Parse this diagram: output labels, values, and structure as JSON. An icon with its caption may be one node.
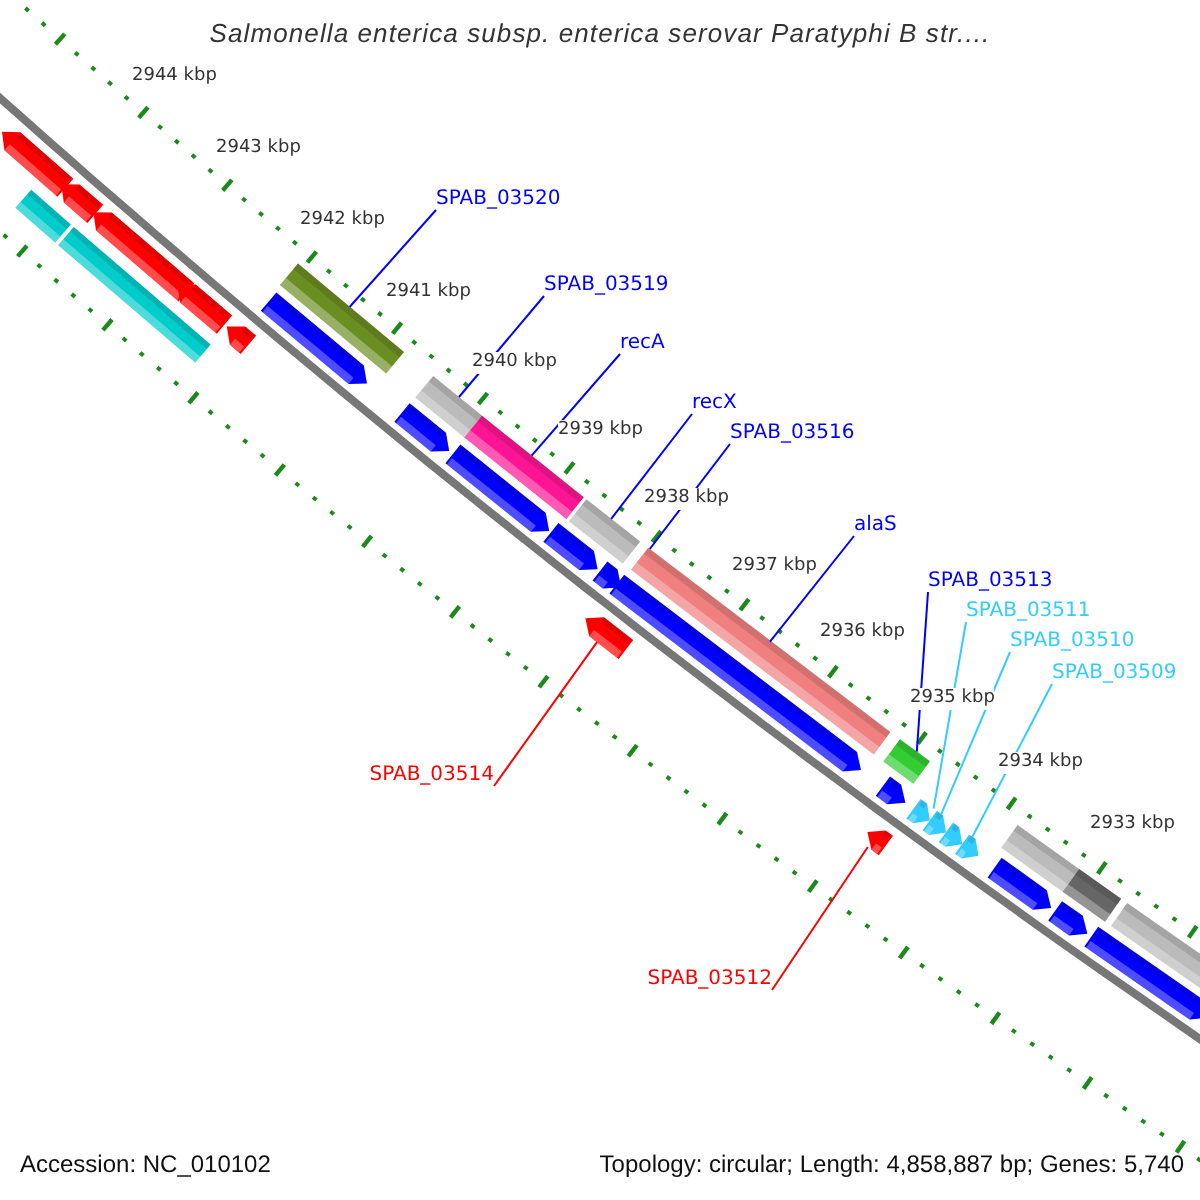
{
  "diagram": {
    "title": "Salmonella enterica subsp. enterica serovar Paratyphi B str....",
    "nodes": [
      {
        "text": [
          "SPAB_03520"
        ]
      },
      {
        "text": [
          "SPAB_03519"
        ]
      },
      {
        "text": [
          "recA"
        ]
      },
      {
        "text": [
          "recX"
        ]
      },
      {
        "text": [
          "SPAB_03516"
        ]
      },
      {
        "text": [
          "alaS"
        ]
      },
      {
        "text": [
          "SPAB_03513"
        ]
      },
      {
        "text": [
          "SPAB_03511"
        ]
      },
      {
        "text": [
          "SPAB_03510"
        ]
      },
      {
        "text": [
          "SPAB_03509"
        ]
      },
      {
        "text": [
          "SPAB_03514"
        ]
      },
      {
        "text": [
          "SPAB_03512"
        ]
      },
      {
        "text": [],
        "shape": "arrow"
      },
      {
        "text": [],
        "shape": "bar"
      },
      {
        "text": [],
        "shape": "arrow"
      },
      {
        "text": [],
        "shape": "bar"
      },
      {
        "text": [],
        "shape": "arrow"
      },
      {
        "text": [],
        "shape": "arrow"
      },
      {
        "text": [],
        "shape": "arrow"
      },
      {
        "text": [],
        "shape": "arrow"
      },
      {
        "text": [],
        "shape": "bar"
      },
      {
        "text": [],
        "shape": "arrow"
      },
      {
        "text": [],
        "shape": "bar"
      },
      {
        "text": [],
        "shape": "arrow"
      },
      {
        "text": [],
        "shape": "bar"
      },
      {
        "text": [],
        "shape": "arrow"
      },
      {
        "text": [],
        "shape": "bar"
      },
      {
        "text": [],
        "shape": "arrow"
      },
      {
        "text": [],
        "shape": "arrow"
      },
      {
        "text": [],
        "shape": "arrow"
      },
      {
        "text": [],
        "shape": "bar"
      },
      {
        "text": [],
        "shape": "arrow"
      },
      {
        "text": [],
        "shape": "arrow"
      },
      {
        "text": [],
        "shape": "bar"
      },
      {
        "text": [],
        "shape": "arrow"
      },
      {
        "text": [],
        "shape": "arrow"
      },
      {
        "text": [],
        "shape": "arrow"
      },
      {
        "text": [],
        "shape": "arrow"
      },
      {
        "text": [],
        "shape": "arrow"
      },
      {
        "text": [],
        "shape": "bar"
      },
      {
        "text": [],
        "shape": "arrow"
      },
      {
        "text": [],
        "shape": "bar"
      },
      {
        "text": [],
        "shape": "arrow"
      },
      {
        "text": [],
        "shape": "bar"
      }
    ],
    "edges": [
      {
        "from": 0,
        "to": 20,
        "arrow": "none"
      },
      {
        "from": 1,
        "to": 22,
        "arrow": "none"
      },
      {
        "from": 2,
        "to": 24,
        "arrow": "none"
      },
      {
        "from": 3,
        "to": 26,
        "arrow": "none"
      },
      {
        "from": 4,
        "to": 30,
        "arrow": "none"
      },
      {
        "from": 5,
        "to": 30,
        "arrow": "none"
      },
      {
        "from": 6,
        "to": 33,
        "arrow": "none"
      },
      {
        "from": 7,
        "to": 34,
        "arrow": "none",
        "color": "#33ccff"
      },
      {
        "from": 8,
        "to": 35,
        "arrow": "none",
        "color": "#33ccff"
      },
      {
        "from": 9,
        "to": 37,
        "arrow": "none",
        "color": "#33ccff"
      },
      {
        "from": 10,
        "to": 27,
        "arrow": "none",
        "color": "#ff0000"
      },
      {
        "from": 11,
        "to": 31,
        "arrow": "none",
        "color": "#ff0000"
      }
    ],
    "labels": [
      "2944 kbp",
      "2943 kbp",
      "2942 kbp",
      "2941 kbp",
      "2940 kbp",
      "2939 kbp",
      "2938 kbp",
      "2937 kbp",
      "2936 kbp",
      "2935 kbp",
      "2934 kbp",
      "2933 kbp",
      "Accession: NC_010102",
      "Topology: circular; Length: 4,858,887 bp; Genes: 5,740"
    ]
  }
}
